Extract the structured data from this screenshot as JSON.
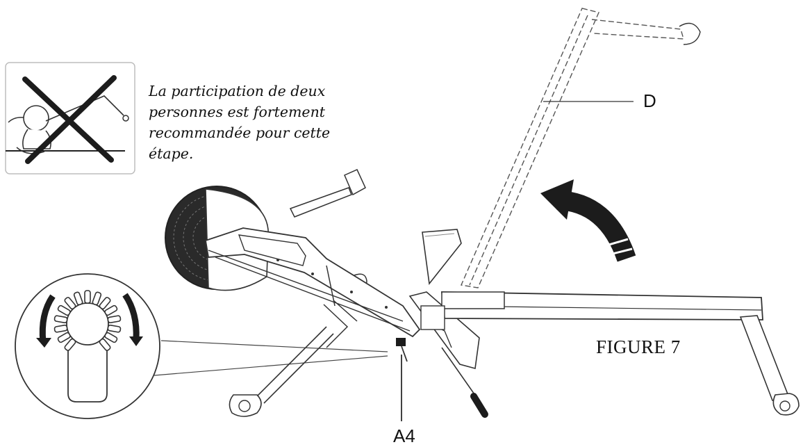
{
  "figure": {
    "title": "FIGURE 7"
  },
  "note": {
    "lines": [
      "La participation de deux",
      "personnes est fortement",
      "recommandée pour cette",
      "étape."
    ]
  },
  "labels": {
    "rail": "D",
    "knob": "A4"
  },
  "icons": {
    "warning_panel": "one-person-prohibited-icon",
    "rotation": "curved-arrow-icon",
    "knob_detail": "knob-detail-icon"
  }
}
